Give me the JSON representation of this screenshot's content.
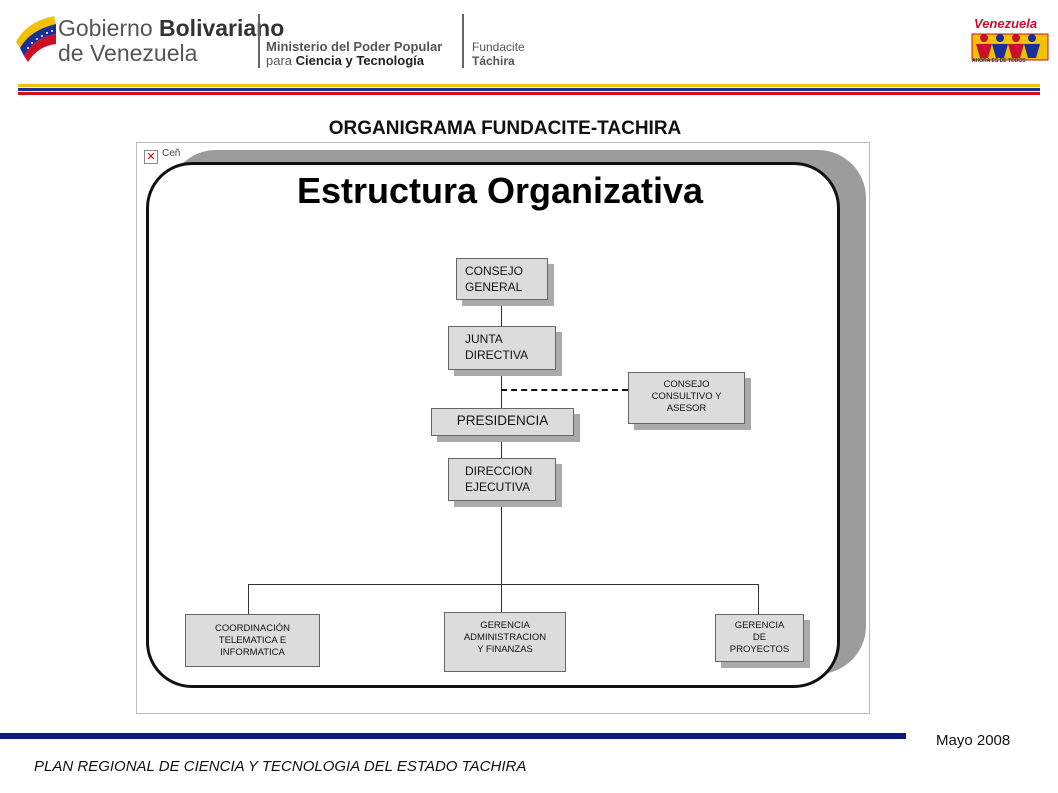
{
  "header": {
    "gob_line1_plain": "Gobierno ",
    "gob_line1_bold": "Bolivariano",
    "gob_line2": "de Venezuela",
    "ministerio_line1": "Ministerio del Poder Popular",
    "ministerio_line2_plain": "para ",
    "ministerio_line2_bold": "Ciencia y Tecnología",
    "fundacite_line1": "Fundacite",
    "fundacite_line2": "Táchira",
    "venezuela_logo_title": "Venezuela",
    "venezuela_logo_subtitle": "AHORA ES DE TODOS",
    "colors": {
      "yellow": "#f2c200",
      "blue": "#1a2f9a",
      "red": "#d01020"
    }
  },
  "page_title": "ORGANIGRAMA  FUNDACITE-TACHIRA",
  "diagram": {
    "broken_image_label": "Ceñ",
    "title": "Estructura Organizativa",
    "nodes": {
      "consejo_general": "CONSEJO\nGENERAL",
      "junta_directiva": "JUNTA\nDIRECTIVA",
      "consejo_consultivo": "CONSEJO\nCONSULTIVO Y\nASESOR",
      "presidencia": "PRESIDENCIA",
      "direccion_ejecutiva": "DIRECCION\nEJECUTIVA",
      "coordinacion_telematica": "COORDINACIÓN\nTELEMATICA E\nINFORMATICA",
      "gerencia_administracion": "GERENCIA\nADMINISTRACION\nY FINANZAS",
      "gerencia_proyectos": "GERENCIA\nDE\nPROYECTOS"
    }
  },
  "footer": {
    "date": "Mayo 2008",
    "plan": "PLAN REGIONAL DE CIENCIA Y TECNOLOGIA DEL ESTADO TACHIRA"
  }
}
